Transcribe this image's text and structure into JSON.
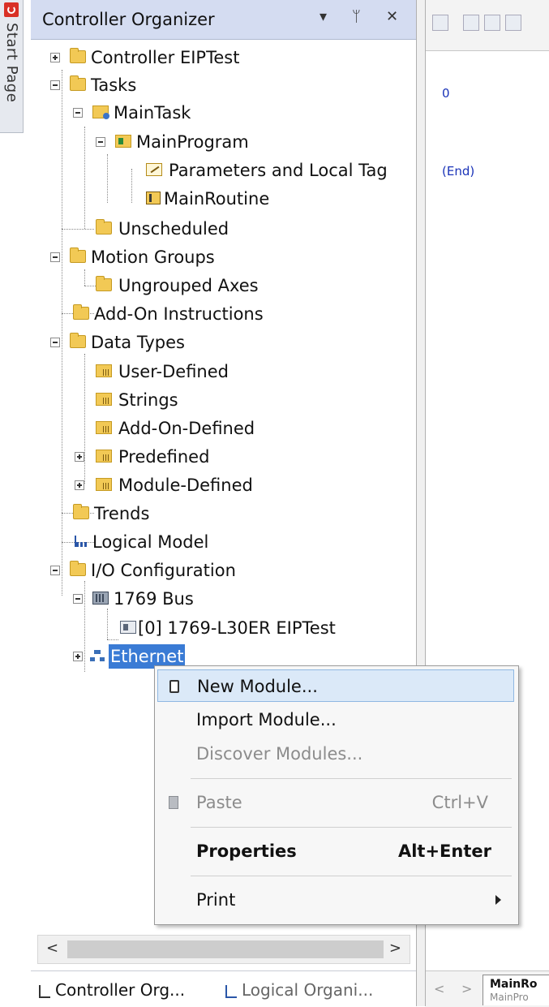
{
  "start_page": {
    "label": "Start Page"
  },
  "organizer": {
    "title": "Controller Organizer",
    "header_buttons": {
      "dropdown": "▾",
      "pin": "ᛘ",
      "close": "✕"
    },
    "tree": [
      {
        "label": "Controller EIPTest"
      },
      {
        "label": "Tasks"
      },
      {
        "label": "MainTask"
      },
      {
        "label": "MainProgram"
      },
      {
        "label": "Parameters and Local Tag"
      },
      {
        "label": "MainRoutine"
      },
      {
        "label": "Unscheduled"
      },
      {
        "label": "Motion Groups"
      },
      {
        "label": "Ungrouped Axes"
      },
      {
        "label": "Add-On Instructions"
      },
      {
        "label": "Data Types"
      },
      {
        "label": "User-Defined"
      },
      {
        "label": "Strings"
      },
      {
        "label": "Add-On-Defined"
      },
      {
        "label": "Predefined"
      },
      {
        "label": "Module-Defined"
      },
      {
        "label": "Trends"
      },
      {
        "label": "Logical Model"
      },
      {
        "label": "I/O Configuration"
      },
      {
        "label": "1769 Bus"
      },
      {
        "label": "[0] 1769-L30ER EIPTest"
      },
      {
        "label": "Ethernet"
      }
    ],
    "scroll": {
      "left": "<",
      "right": ">"
    },
    "tabs": [
      {
        "label": "Controller Org..."
      },
      {
        "label": "Logical Organi..."
      }
    ]
  },
  "context_menu": {
    "items": [
      {
        "label": "New Module...",
        "shortcut": ""
      },
      {
        "label": "Import Module...",
        "shortcut": ""
      },
      {
        "label": "Discover Modules...",
        "shortcut": ""
      },
      {
        "label": "Paste",
        "shortcut": "Ctrl+V"
      },
      {
        "label": "Properties",
        "shortcut": "Alt+Enter"
      },
      {
        "label": "Print",
        "shortcut": ""
      }
    ]
  },
  "editor": {
    "rung_number": "0",
    "end_marker": "(End)",
    "tab_title": "MainRo",
    "tab_subtitle": "MainPro",
    "nav_left": "<",
    "nav_right": ">"
  },
  "colors": {
    "header_bg": "#d4dcf1",
    "selection": "#3a7bd5",
    "menu_highlight": "#dbe9f8",
    "rung_text": "#1a33b8"
  }
}
